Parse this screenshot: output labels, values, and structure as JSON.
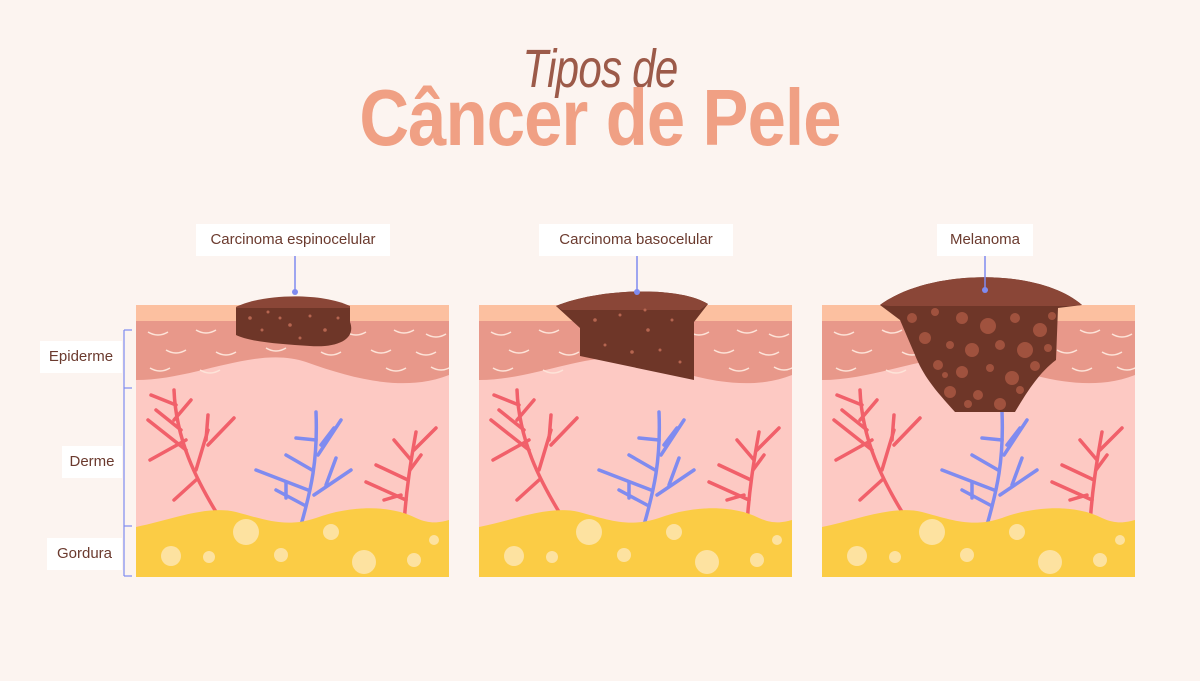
{
  "title": {
    "line1": "Tipos de",
    "line2": "Câncer de Pele"
  },
  "panels": [
    {
      "label": "Carcinoma espinocelular"
    },
    {
      "label": "Carcinoma basocelular"
    },
    {
      "label": "Melanoma"
    }
  ],
  "layers": {
    "epidermis": "Epiderme",
    "dermis": "Derme",
    "fat": "Gordura"
  },
  "colors": {
    "background": "#fcf4f0",
    "stratum_corneum": "#fcc0a0",
    "epidermis": "#e8988a",
    "dermis": "#fdc9c3",
    "fat": "#fbcc45",
    "fat_cell": "#fde2a0",
    "artery": "#f1606a",
    "vein": "#7f8bf0",
    "lesion_dark": "#6e3628",
    "lesion_light": "#8a4637",
    "lesion_dot": "#b66550",
    "label_text": "#6b3a2e",
    "title_big": "#f0a084",
    "title_small": "#9c5a49",
    "bracket": "#7f8bf0"
  }
}
